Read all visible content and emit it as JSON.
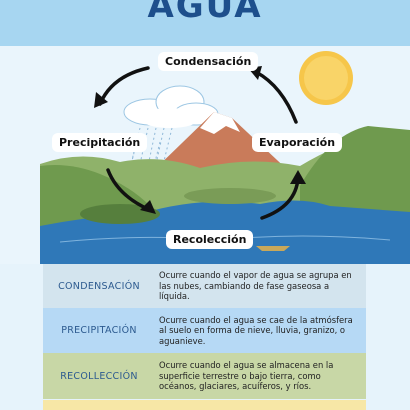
{
  "title": "AGUA",
  "stages": {
    "condensacion": "Condensación",
    "precipitacion": "Precipitación",
    "evaporacion": "Evaporación",
    "recoleccion": "Recolección"
  },
  "table": [
    {
      "name": "CONDENSACIÓN",
      "desc": "Ocurre cuando el vapor de agua se agrupa en las nubes, cambiando de fase gaseosa a líquida.",
      "color": "#d3e4ee"
    },
    {
      "name": "PRECIPITACIÓN",
      "desc": "Ocurre cuando el agua se cae de la atmósfera al suelo en forma de nieve, lluvia, granizo, o aguanieve.",
      "color": "#b6d9f5"
    },
    {
      "name": "RECOLLECCIÓN",
      "desc": "Ocurre cuando el agua se almacena en la superficie terrestre o bajo tierra, como océanos, glaciares, acuíferos, y ríos.",
      "color": "#c8d7a6"
    }
  ],
  "colors": {
    "header": "#a7d6f1",
    "title": "#1d4f8c",
    "sun": "#f6c64a",
    "water": "#2f78b8",
    "hills": "#6f9a4e"
  }
}
